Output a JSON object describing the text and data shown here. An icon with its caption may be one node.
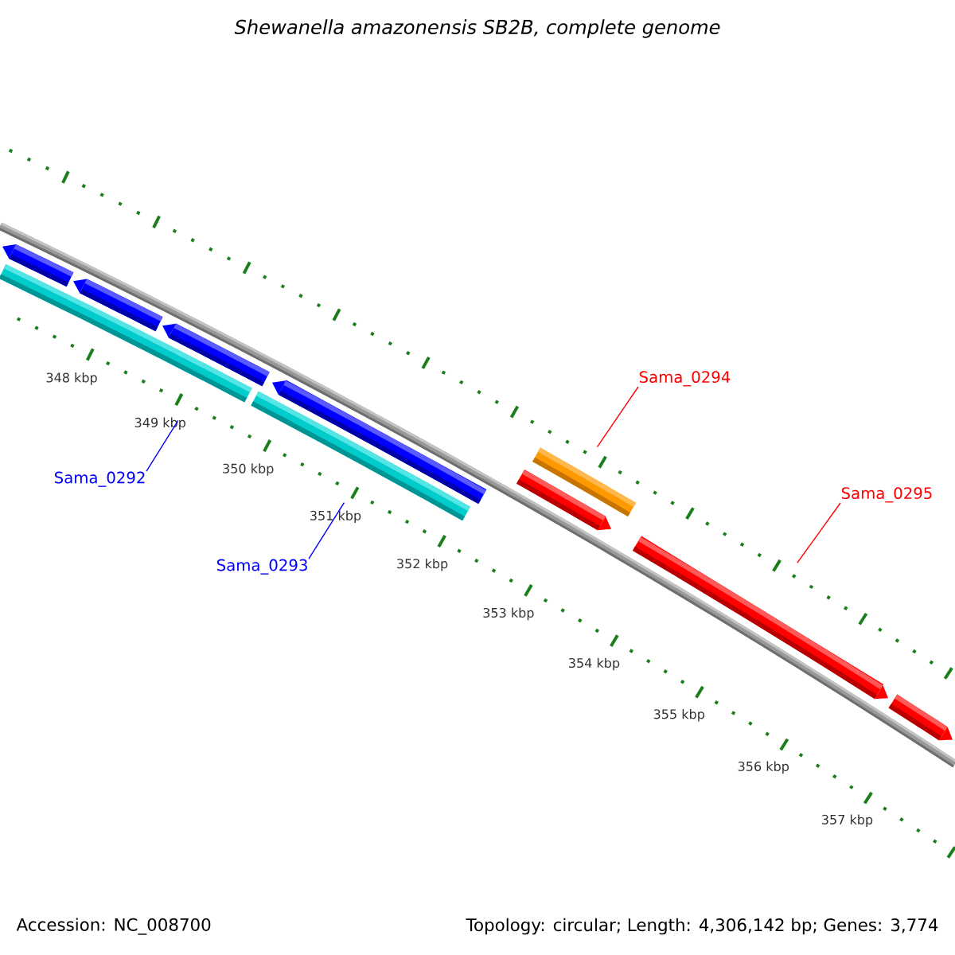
{
  "diagram": {
    "title": "Shewanella amazonensis SB2B, complete genome",
    "nodes": [
      {
        "text": [
          "Sama_0292"
        ]
      },
      {
        "text": [
          "Sama_0293"
        ]
      },
      {
        "text": [
          "Sama_0294"
        ]
      },
      {
        "text": [
          "Sama_0295"
        ]
      },
      {
        "text": [],
        "shape": "bar"
      },
      {
        "text": [],
        "shape": "bar"
      },
      {
        "text": [],
        "shape": "bar"
      },
      {
        "text": [],
        "shape": "bar"
      }
    ],
    "edges": [
      {
        "from": 0,
        "to": 4,
        "arrow": "none",
        "color": "#0000ff"
      },
      {
        "from": 1,
        "to": 5,
        "arrow": "none",
        "color": "#0000ff"
      },
      {
        "from": 2,
        "to": 6,
        "arrow": "none",
        "color": "#ff0000"
      },
      {
        "from": 3,
        "to": 7,
        "arrow": "none",
        "color": "#ff0000"
      }
    ],
    "labels": [
      "348 kbp",
      "349 kbp",
      "350 kbp",
      "351 kbp",
      "352 kbp",
      "353 kbp",
      "354 kbp",
      "355 kbp",
      "356 kbp",
      "357 kbp",
      "Accession: NC_008700",
      "Topology: circular; Length: 4,306,142 bp; Genes: 3,774"
    ]
  }
}
